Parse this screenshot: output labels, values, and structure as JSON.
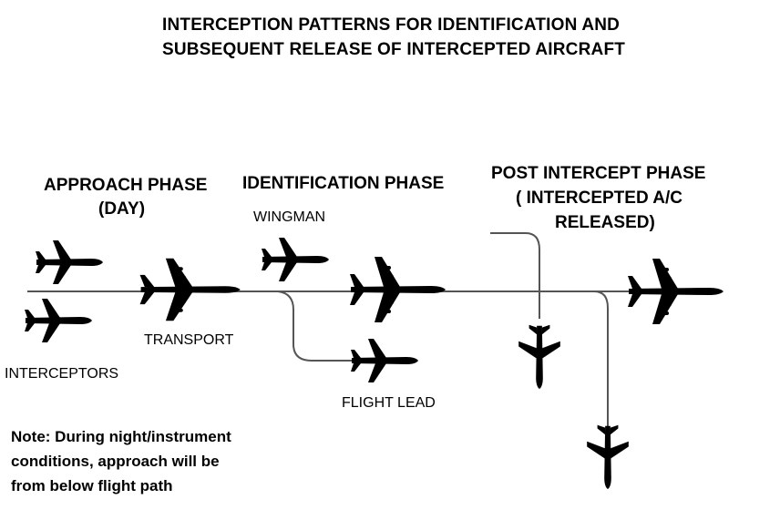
{
  "title": {
    "line1": "INTERCEPTION PATTERNS FOR IDENTIFICATION AND",
    "line2": "SUBSEQUENT RELEASE OF INTERCEPTED AIRCRAFT"
  },
  "phases": {
    "approach": {
      "line1": "APPROACH PHASE",
      "line2": "(DAY)"
    },
    "identification": {
      "line1": "IDENTIFICATION PHASE"
    },
    "post": {
      "line1": "POST INTERCEPT PHASE",
      "line2": "( INTERCEPTED A/C",
      "line3": "RELEASED)"
    }
  },
  "labels": {
    "interceptors": "INTERCEPTORS",
    "transport": "TRANSPORT",
    "wingman": "WINGMAN",
    "flight_lead": "FLIGHT LEAD"
  },
  "note": {
    "line1": "Note: During night/instrument",
    "line2": "conditions, approach will be",
    "line3": "from below flight path"
  },
  "colors": {
    "ink": "#000000",
    "path_line": "#555555",
    "background": "#ffffff"
  },
  "icons": {
    "aircraft": "airplane-silhouette-icon"
  }
}
